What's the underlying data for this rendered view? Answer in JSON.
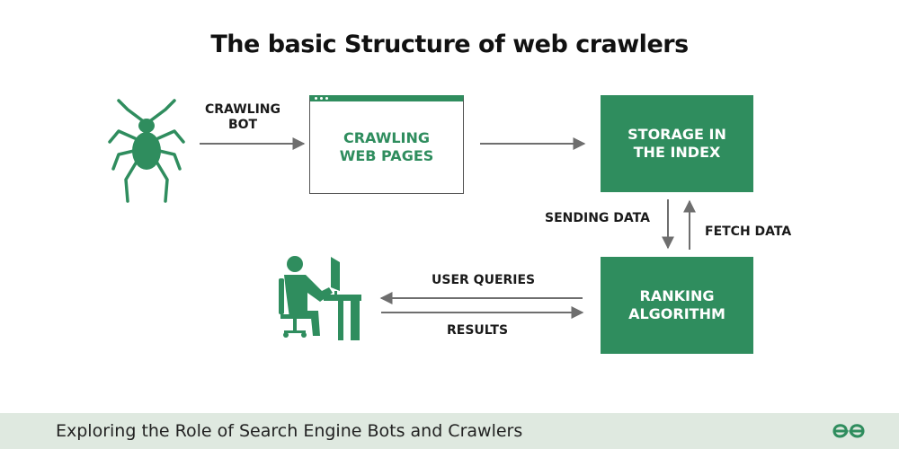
{
  "diagram": {
    "title": "The basic Structure of web crawlers",
    "labels": {
      "crawling_bot_line1": "CRAWLING",
      "crawling_bot_line2": "BOT",
      "sending_data": "SENDING DATA",
      "fetch_data": "FETCH DATA",
      "user_queries": "USER QUERIES",
      "results": "RESULTS"
    },
    "nodes": {
      "crawling_pages_line1": "CRAWLING",
      "crawling_pages_line2": "WEB PAGES",
      "storage_line1": "STORAGE IN",
      "storage_line2": "THE INDEX",
      "ranking_line1": "RANKING",
      "ranking_line2": "ALGORITHM"
    },
    "icons": [
      "spider-icon",
      "user-at-computer-icon",
      "gfg-logo-icon"
    ]
  },
  "footer": {
    "caption": "Exploring the Role of Search Engine Bots and Crawlers"
  },
  "colors": {
    "accent_green": "#2f8d5e",
    "footer_bg": "#dfe9e0",
    "arrow_gray": "#6e6e6e"
  }
}
